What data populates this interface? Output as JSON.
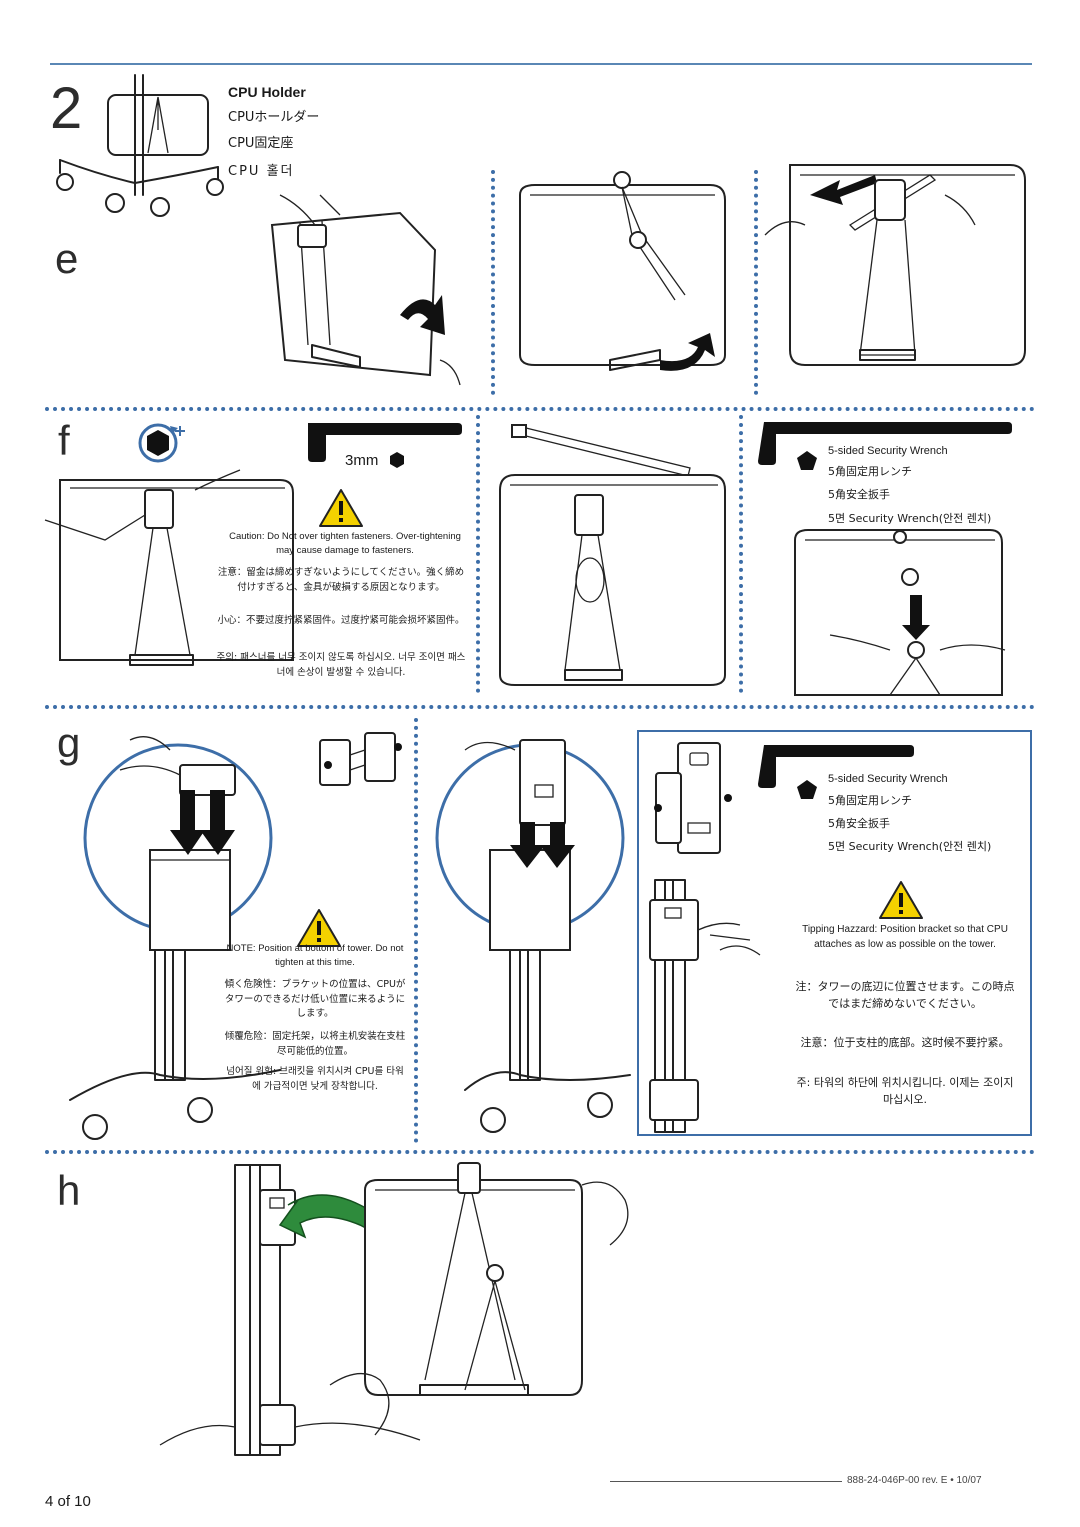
{
  "header": {
    "step_number": "2",
    "title_en": "CPU Holder",
    "title_ja": "CPUホールダー",
    "title_zh": "CPU固定座",
    "title_ko": "CPU 홀더"
  },
  "steps": {
    "e": "e",
    "f": "f",
    "g": "g",
    "h": "h"
  },
  "step_f": {
    "size_label": "3mm",
    "caution_en": "Caution: Do Not over tighten fasteners. Over-tightening may cause damage to fasteners.",
    "caution_ja": "注意：留金は締めすぎないようにしてください。強く締め付けすぎると、金具が破損する原因となります。",
    "caution_zh": "小心：不要过度拧紧紧固件。过度拧紧可能会损坏紧固件。",
    "caution_ko": "주의: 패스너를 너무 조이지 않도록 하십시오. 너무 조이면 패스너에 손상이 발생할 수 있습니다.",
    "wrench_en": "5-sided Security Wrench",
    "wrench_ja": "5角固定用レンチ",
    "wrench_zh": "5角安全扳手",
    "wrench_ko": "5면 Security Wrench(안전 렌치)"
  },
  "step_g": {
    "note_en": "NOTE: Position at bottom of tower. Do not tighten at this time.",
    "note_ja": "傾く危険性：ブラケットの位置は、CPUがタワーのできるだけ低い位置に来るようにします。",
    "note_zh": "倾覆危险：固定托架，以将主机安装在支柱尽可能低的位置。",
    "note_ko": "넘어질 위험: 브래킷을 위치시켜 CPU를 타워에 가급적이면 낮게 장착합니다.",
    "wrench_en": "5-sided Security Wrench",
    "wrench_ja": "5角固定用レンチ",
    "wrench_zh": "5角安全扳手",
    "wrench_ko": "5면 Security Wrench(안전 렌치)",
    "tip_en": "Tipping Hazzard: Position bracket so that CPU attaches as low as possible on the tower.",
    "tip_ja": "注：タワーの底辺に位置させます。この時点ではまだ締めないでください。",
    "tip_zh": "注意：位于支柱的底部。这时候不要拧紧。",
    "tip_ko": "주: 타워의 하단에 위치시킵니다. 이제는 조이지 마십시오."
  },
  "footer": {
    "page": "4 of 10",
    "doc_code": "888-24-046P-00 rev. E • 10/07"
  },
  "colors": {
    "accent_blue": "#3d6ea8",
    "arrow_green": "#2e8b3c"
  }
}
